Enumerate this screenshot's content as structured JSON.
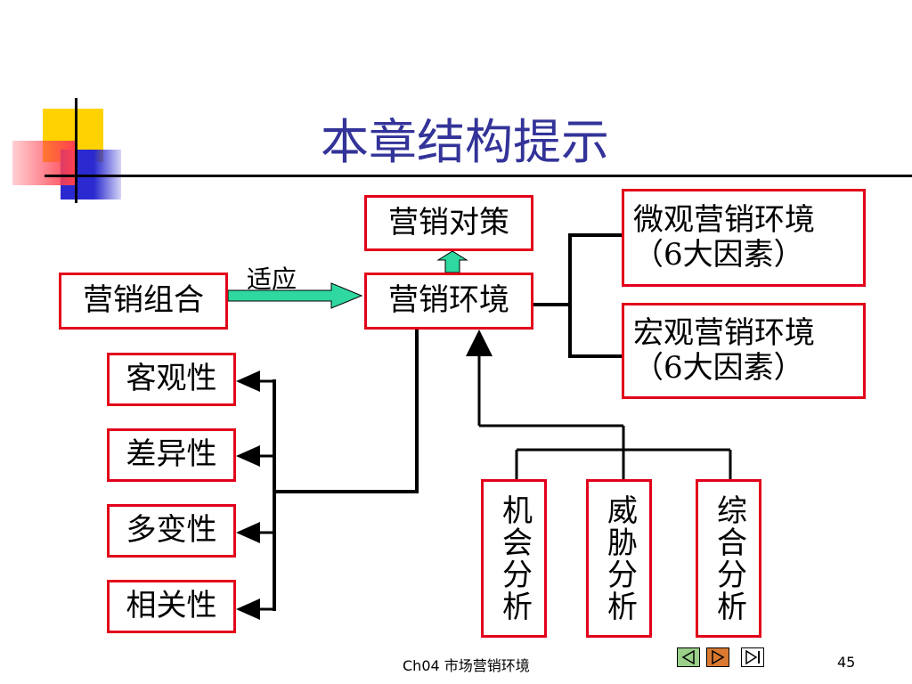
{
  "slide": {
    "title": "本章结构提示",
    "boxes": {
      "countermeasures": "营销对策",
      "micro_line1": "微观营销环境",
      "micro_line2": "（6大因素）",
      "macro_line1": "宏观营销环境",
      "macro_line2": "（6大因素）",
      "mix": "营销组合",
      "environment": "营销环境",
      "objective": "客观性",
      "difference": "差异性",
      "variability": "多变性",
      "relevance": "相关性",
      "opportunity": "机会分析",
      "threat": "威胁分析",
      "comprehensive": "综合分析"
    },
    "arrow_label": "适应",
    "footer": {
      "chapter": "Ch04 市场营销环境",
      "page_number": "45"
    },
    "nav": {
      "prev_icon": "triangle-left-icon",
      "next_icon": "triangle-right-icon",
      "end_icon": "skip-end-icon"
    },
    "colors": {
      "title": "#333399",
      "box_border": "#e2001a",
      "arrow_fill": "#2ed8a0",
      "deco_yellow": "#ffd200",
      "deco_blue": "#2a2ad0",
      "deco_red": "#ff4050"
    }
  }
}
